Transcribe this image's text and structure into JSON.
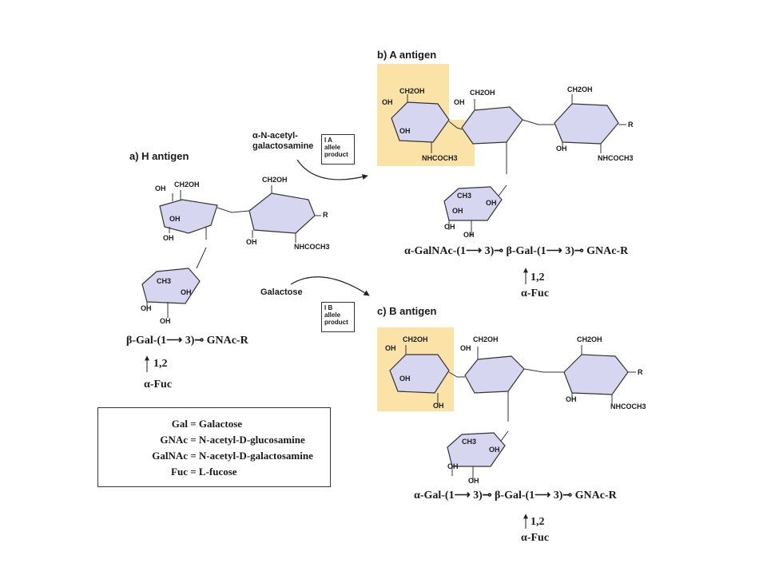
{
  "panels": {
    "a": {
      "title": "a)  H antigen",
      "formula": "β-Gal-(1⟶  3)⊸  GNAc-R",
      "link": "1,2",
      "fuc": "α-Fuc",
      "labels": {
        "oh1": "OH",
        "ch2oh1": "CH2OH",
        "oh2": "OH",
        "oh3": "OH",
        "ch2oh2": "CH2OH",
        "r": "R",
        "oh4": "OH",
        "nhcoch3": "NHCOCH3",
        "ch3": "CH3",
        "oh5": "OH",
        "oh6": "OH",
        "oh7": "OH"
      }
    },
    "b": {
      "title": "b)  A antigen",
      "formula": "α-GalNAc-(1⟶  3)⊸  β-Gal-(1⟶  3)⊸  GNAc-R",
      "link": "1,2",
      "fuc": "α-Fuc",
      "labels": {
        "ch2oh1": "CH2OH",
        "oh1": "OH",
        "oh2": "OH",
        "nhcoch3a": "NHCOCH3",
        "ch2oh2": "CH2OH",
        "oh3": "OH",
        "ch2oh3": "CH2OH",
        "r": "R",
        "oh4": "OH",
        "nhcoch3b": "NHCOCH3",
        "ch3": "CH3",
        "oh5": "OH",
        "oh6": "OH",
        "oh7": "OH",
        "oh8": "OH"
      }
    },
    "c": {
      "title": "c)  B antigen",
      "formula": "α-Gal-(1⟶  3)⊸  β-Gal-(1⟶  3)⊸  GNAc-R",
      "link": "1,2",
      "fuc": "α-Fuc",
      "labels": {
        "ch2oh1": "CH2OH",
        "oh1": "OH",
        "oh2": "OH",
        "oh3": "OH",
        "ch2oh2": "CH2OH",
        "oh4": "OH",
        "ch2oh3": "CH2OH",
        "r": "R",
        "oh5": "OH",
        "nhcoch3": "NHCOCH3",
        "ch3": "CH3",
        "oh6": "OH",
        "oh7": "OH",
        "oh8": "OH"
      }
    }
  },
  "enzymes": {
    "a_sugar_line1": "α-N-acetyl-",
    "a_sugar_line2": "galactosamine",
    "a_allele_sup": "I A",
    "a_allele_text": "allele product",
    "b_sugar": "Galactose",
    "b_allele_sup": "I B",
    "b_allele_text": "allele product"
  },
  "legend": [
    {
      "abbr": "Gal",
      "def": "= Galactose"
    },
    {
      "abbr": "GNAc",
      "def": "= N-acetyl-D-glucosamine"
    },
    {
      "abbr": "GalNAc",
      "def": "= N-acetyl-D-galactosamine"
    },
    {
      "abbr": "Fuc",
      "def": "= L-fucose"
    }
  ],
  "colors": {
    "ring_fill": "#d7d6f0",
    "ring_stroke": "#333333",
    "highlight": "#fbe3a8",
    "text": "#1a1a1a"
  }
}
